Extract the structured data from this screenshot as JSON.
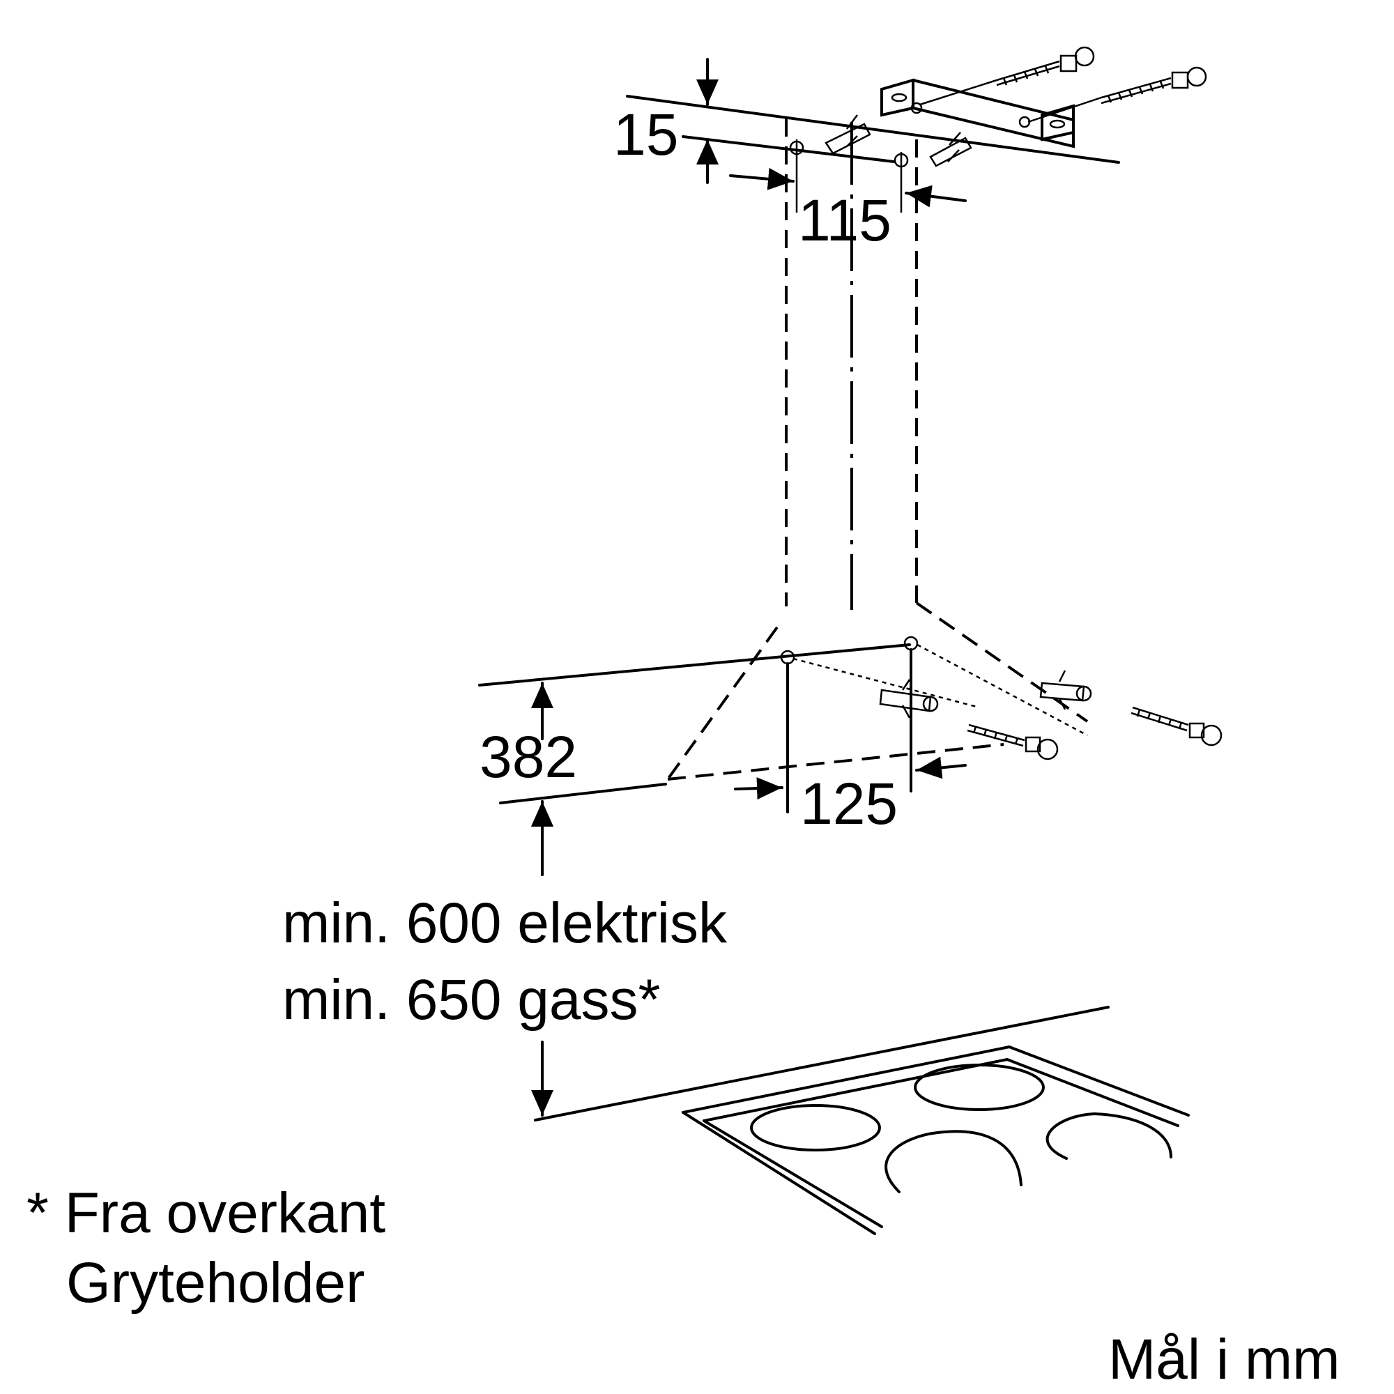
{
  "dimensions": {
    "top_offset": "15",
    "top_hole_spacing": "115",
    "lower_offset": "382",
    "lower_hole_spacing": "125"
  },
  "clearance": {
    "electric": "min. 600 elektrisk",
    "gas": "min. 650 gass*"
  },
  "footnote": {
    "line1": "* Fra overkant",
    "line2": "Gryteholder"
  },
  "units_note": "Mål i mm"
}
